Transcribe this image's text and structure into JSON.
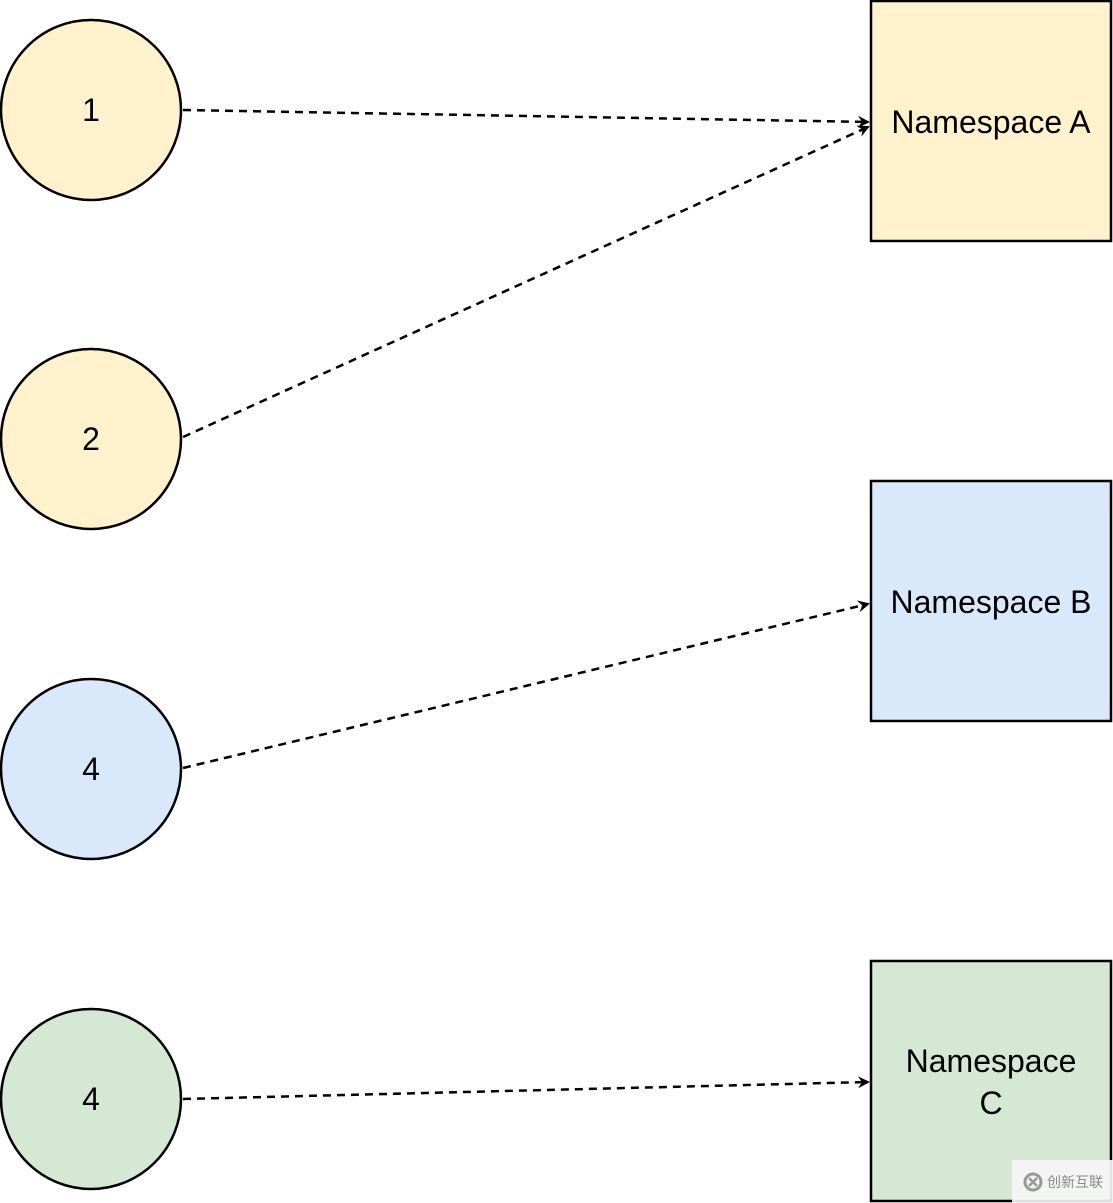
{
  "colors": {
    "yellow_fill": "#fff2cc",
    "blue_fill": "#dae8fc",
    "green_fill": "#d5e8d4",
    "stroke": "#000000"
  },
  "nodes": [
    {
      "label": "1",
      "color": "yellow_fill"
    },
    {
      "label": "2",
      "color": "yellow_fill"
    },
    {
      "label": "4",
      "color": "blue_fill"
    },
    {
      "label": "4",
      "color": "green_fill"
    }
  ],
  "namespaces": [
    {
      "label": "Namespace A",
      "color": "yellow_fill"
    },
    {
      "label": "Namespace B",
      "color": "blue_fill"
    },
    {
      "label_line1": "Namespace",
      "label_line2": "C",
      "color": "green_fill"
    }
  ],
  "edges": [
    {
      "from": "1",
      "to": "Namespace A",
      "style": "dashed"
    },
    {
      "from": "2",
      "to": "Namespace A",
      "style": "dashed"
    },
    {
      "from": "4 (blue)",
      "to": "Namespace B",
      "style": "dashed"
    },
    {
      "from": "4 (green)",
      "to": "Namespace C",
      "style": "dashed"
    }
  ],
  "watermark": {
    "text": "创新互联",
    "icon": "chuangxin-logo-icon"
  }
}
